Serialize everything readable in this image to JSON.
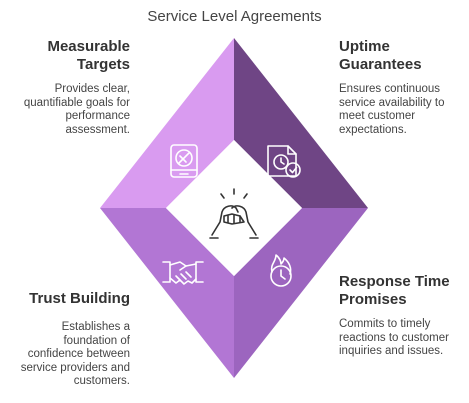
{
  "title": "Service Level Agreements",
  "colors": {
    "top_left": "#d99bf0",
    "top_right": "#6f4585",
    "bottom_left": "#b276d4",
    "bottom_right": "#9c65bf",
    "center": "#ffffff",
    "icon_stroke": "#ffffff",
    "center_icon_stroke": "#333333"
  },
  "sections": {
    "top_left": {
      "heading_line1": "Measurable",
      "heading_line2": "Targets",
      "desc_lines": [
        "Provides clear,",
        "quantifiable goals for",
        "performance",
        "assessment."
      ],
      "icon": "target-gauge-icon"
    },
    "top_right": {
      "heading_line1": "Uptime",
      "heading_line2": "Guarantees",
      "desc_lines": [
        "Ensures continuous",
        "service availability to",
        "meet customer",
        "expectations."
      ],
      "icon": "document-clock-check-icon"
    },
    "bottom_left": {
      "heading_line1": "Trust Building",
      "desc_lines": [
        "Establishes a",
        "foundation of",
        "confidence between",
        "service providers and",
        "customers."
      ],
      "icon": "handshake-icon"
    },
    "bottom_right": {
      "heading_line1": "Response Time",
      "heading_line2": "Promises",
      "desc_lines": [
        "Commits to timely",
        "reactions to customer",
        "inquiries and issues."
      ],
      "icon": "clock-fire-icon"
    },
    "center": {
      "icon": "arm-wrestling-icon"
    }
  }
}
